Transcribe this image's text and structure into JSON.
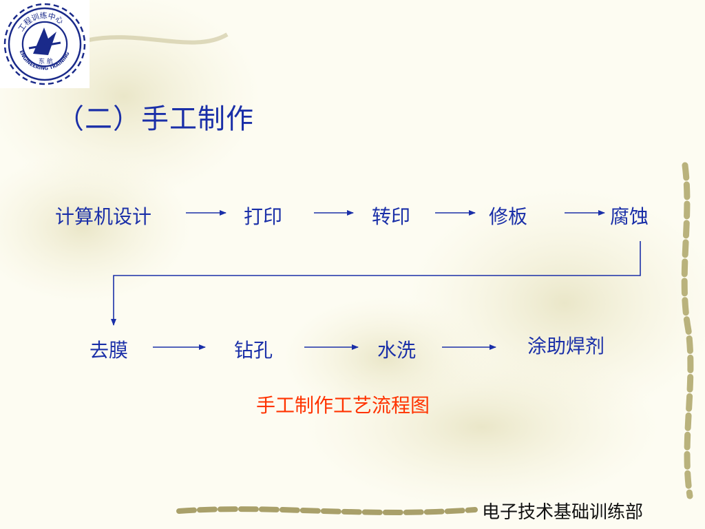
{
  "logo": {
    "top_text": "工程训练中心",
    "ring_text": "ENGINEERING TRAINING CENTER",
    "bottom_text": "东 航"
  },
  "title": "（二）手工制作",
  "flow": {
    "row1": [
      "计算机设计",
      "打印",
      "转印",
      "修板",
      "腐蚀"
    ],
    "row2": [
      "去膜",
      "钻孔",
      "水洗",
      "涂助焊剂"
    ]
  },
  "caption": "手工制作工艺流程图",
  "footer": "电子技术基础训练部",
  "colors": {
    "text_blue": "#1a2fa8",
    "caption_red": "#ff3300",
    "background": "#fdfcf2"
  }
}
